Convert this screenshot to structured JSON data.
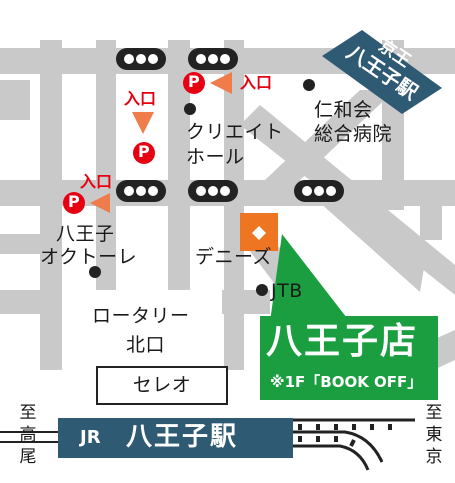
{
  "colors": {
    "road": "#c9c9c9",
    "store_green": "#1a9e3f",
    "station_navy": "#2f5a73",
    "parking_red": "#e60012",
    "arrow_orange": "#ee7d4b",
    "pin_orange": "#ee7623",
    "signal_black": "#222222"
  },
  "keio_station": {
    "line1": "京王",
    "line2": "八王子駅"
  },
  "jr_station": {
    "prefix": "JR",
    "name": "八王子駅"
  },
  "store": {
    "name": "八王子店",
    "sub": "※1F「BOOK OFF」"
  },
  "landmarks": {
    "jinwakai_1": "仁和会",
    "jinwakai_2": "総合病院",
    "creit_1": "クリエイト",
    "creit_2": "ホール",
    "octore_1": "八王子",
    "octore_2": "オクトーレ",
    "dennys": "デニーズ",
    "jtb": "JTB",
    "rotary_1": "ロータリー",
    "rotary_2": "北口",
    "celeo": "セレオ"
  },
  "entrance_label": "入口",
  "parking_symbol": "P",
  "direction_takao": [
    "至",
    "高",
    "尾"
  ],
  "direction_tokyo": [
    "至",
    "東",
    "京"
  ],
  "icons": [
    "parking-icon",
    "entrance-arrow-icon",
    "traffic-signal-icon",
    "location-dot-icon",
    "store-pin-icon",
    "railway-track-icon"
  ]
}
